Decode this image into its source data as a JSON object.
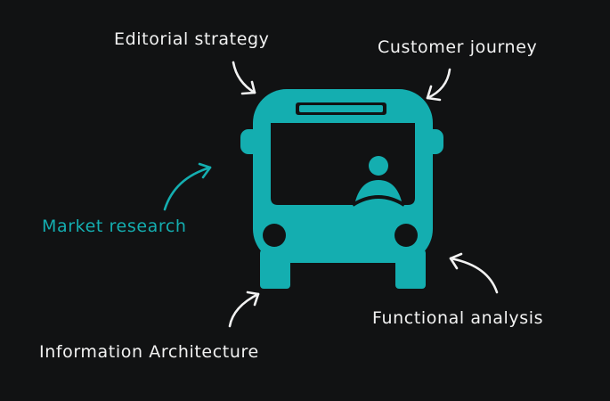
{
  "colors": {
    "background": "#111213",
    "bus": "#14aeb0",
    "text": "#f2f2f2",
    "accent": "#14aeb0"
  },
  "center_icon": "bus-icon",
  "labels": {
    "editorial_strategy": "Editorial strategy",
    "customer_journey": "Customer journey",
    "market_research": "Market research",
    "information_architecture": "Information Architecture",
    "functional_analysis": "Functional analysis"
  }
}
